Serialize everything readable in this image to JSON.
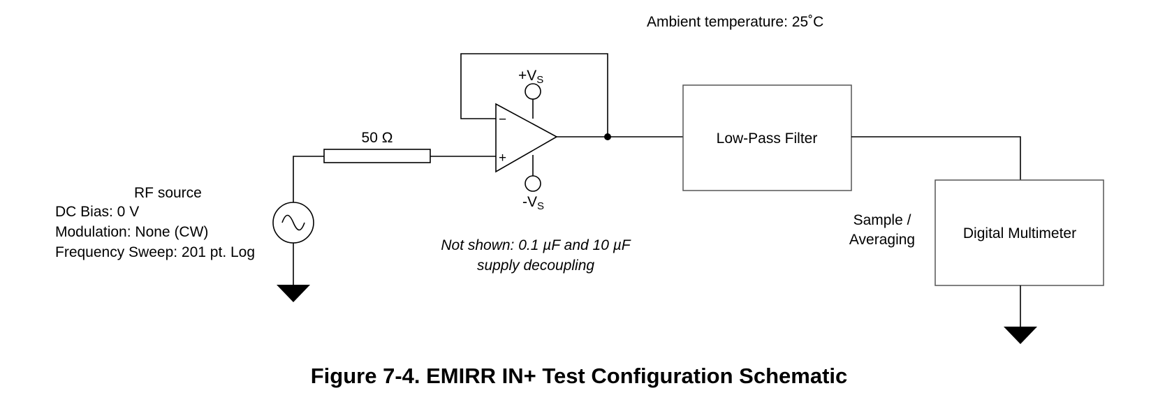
{
  "ambient": "Ambient temperature: 25˚C",
  "resistor": {
    "label": "50 Ω"
  },
  "supply": {
    "pos_prefix": "+V",
    "neg_prefix": "-V",
    "subscript": "S"
  },
  "opamp": {
    "inv_pin": "−",
    "noninv_pin": "+"
  },
  "rf_source": {
    "title": "RF source",
    "lines": [
      "DC Bias: 0 V",
      "Modulation: None (CW)",
      "Frequency Sweep: 201 pt. Log"
    ]
  },
  "note": {
    "line1": "Not shown: 0.1 µF and 10 µF",
    "line2": "supply decoupling"
  },
  "filter": {
    "label": "Low-Pass Filter"
  },
  "sampling": {
    "line1": "Sample /",
    "line2": "Averaging"
  },
  "dmm": {
    "label": "Digital Multimeter"
  },
  "caption": "Figure 7-4. EMIRR IN+ Test Configuration Schematic"
}
